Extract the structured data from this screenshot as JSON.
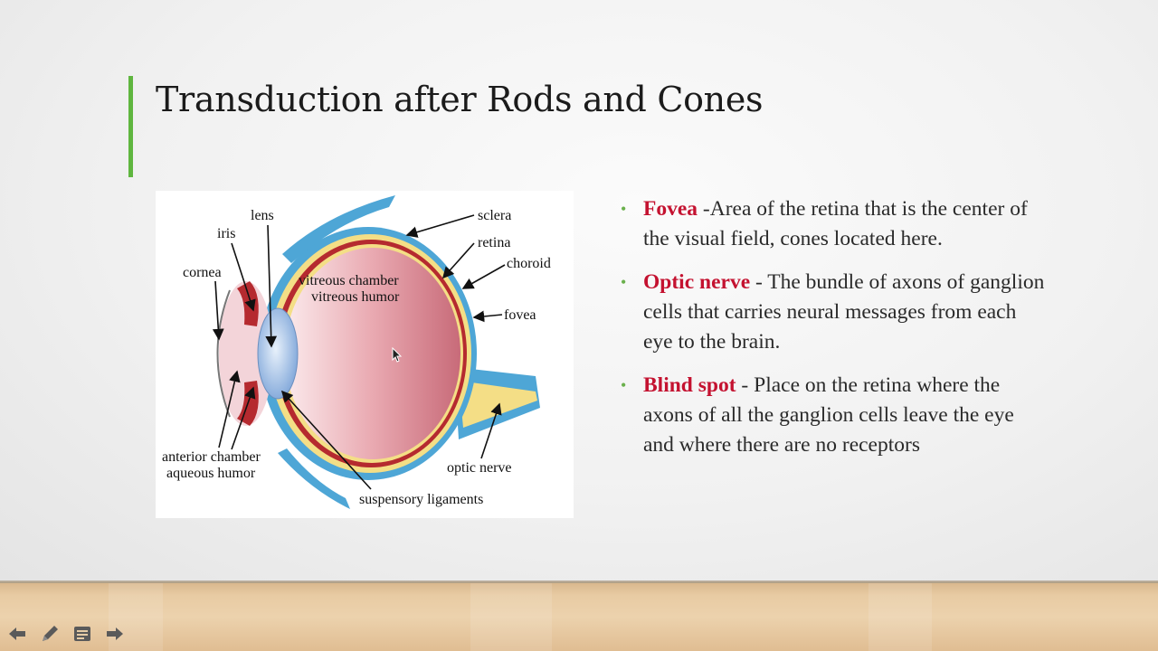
{
  "slide": {
    "title": "Transduction after Rods and Cones",
    "colors": {
      "accent": "#5fb63f",
      "term": "#c41230",
      "bullet": "#6ab04c"
    }
  },
  "diagram": {
    "labels": {
      "lens": "lens",
      "iris": "iris",
      "cornea": "cornea",
      "sclera": "sclera",
      "retina": "retina",
      "choroid": "choroid",
      "vitreous_chamber": "vitreous chamber",
      "vitreous_humor": "vitreous humor",
      "fovea": "fovea",
      "anterior_chamber": "anterior chamber",
      "aqueous_humor": "aqueous humor",
      "optic_nerve": "optic nerve",
      "suspensory_ligaments": "suspensory ligaments"
    }
  },
  "bullets": [
    {
      "term": "Fovea",
      "text": " -Area of the retina that is the center of the visual field, cones located here."
    },
    {
      "term": "Optic nerve",
      "text": " - The bundle of axons of ganglion cells that carries neural messages from each eye to the brain."
    },
    {
      "term": "Blind spot",
      "text": " - Place on the retina where the axons of all the ganglion cells leave the eye and where there are no receptors"
    }
  ],
  "nav": {
    "icons": [
      "arrow-left-icon",
      "pen-icon",
      "menu-icon",
      "arrow-right-icon"
    ]
  }
}
